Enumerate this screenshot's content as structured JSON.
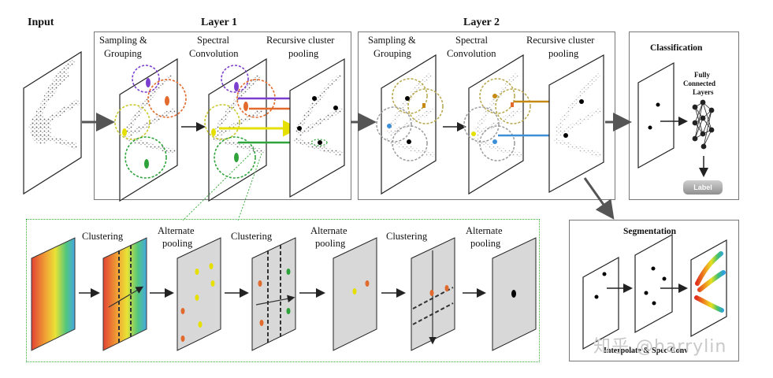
{
  "labels": {
    "input": "Input",
    "layer1": "Layer 1",
    "layer2": "Layer 2",
    "sampling": "Sampling &",
    "grouping": "Grouping",
    "spectral": "Spectral",
    "convolution": "Convolution",
    "recursive": "Recursive cluster",
    "pooling": "pooling",
    "classification": "Classification",
    "fully": "Fully",
    "connected": "Connected",
    "layers": "Layers",
    "label_btn": "Label",
    "segmentation": "Segmentation",
    "interpolate": "Interpolate & Spec-Conv",
    "clustering": "Clustering",
    "alternate": "Alternate",
    "alt_pooling": "pooling"
  },
  "colors": {
    "purple": "#7b3fd0",
    "orange": "#e26a2c",
    "yellow": "#e6e000",
    "green": "#2ea33a",
    "gold": "#c68a12",
    "blue": "#3a8fd8",
    "arrow": "#555555"
  },
  "watermark": "知乎 @harrylin"
}
